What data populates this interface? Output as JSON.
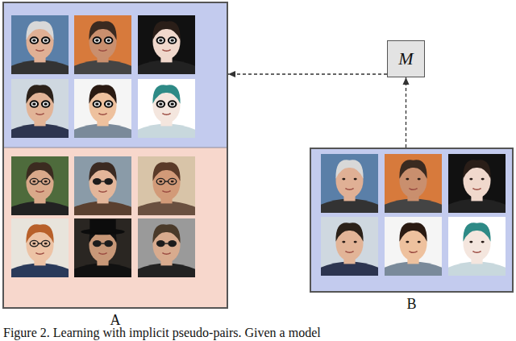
{
  "diagram": {
    "caption": "Figure 2. Learning with implicit pseudo-pairs. Given a model",
    "nodes": [
      {
        "text": [
          "A"
        ]
      },
      {
        "text": [
          "M"
        ]
      },
      {
        "text": [
          "B"
        ]
      }
    ],
    "edges": [
      {
        "from": 2,
        "to": 1,
        "arrow": "to"
      },
      {
        "from": 1,
        "to": 0,
        "arrow": "to"
      }
    ]
  }
}
